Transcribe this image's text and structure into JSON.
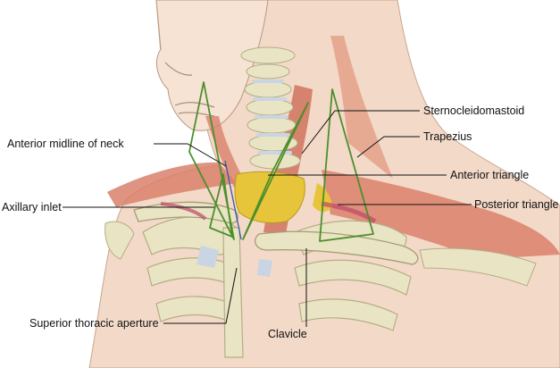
{
  "labels": {
    "sternocleidomastoid": "Sternocleidomastoid",
    "trapezius": "Trapezius",
    "anterior_midline": "Anterior midline of neck",
    "anterior_triangle": "Anterior triangle",
    "axillary_inlet": "Axillary inlet",
    "posterior_triangle": "Posterior triangle",
    "superior_thoracic_aperture": "Superior thoracic aperture",
    "clavicle": "Clavicle"
  },
  "colors": {
    "skin": "#f3d9c8",
    "muscle": "#d9806b",
    "bone": "#e9e4c4",
    "cartilage": "#c9d5e2",
    "thyroid": "#e7c53a",
    "triangle_outline": "#4d8f2c",
    "leader_line": "#111111"
  }
}
